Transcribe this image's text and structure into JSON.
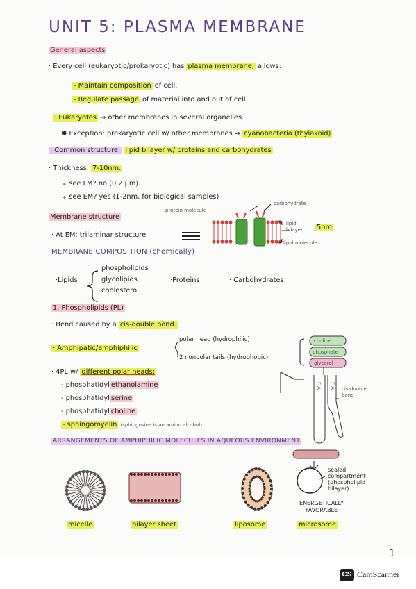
{
  "title": "UNIT 5: PLASMA MEMBRANE",
  "general": {
    "heading": "General aspects",
    "line1_a": "· Every cell (eukaryotic/prokaryotic) has",
    "line1_b": "plasma membrane,",
    "line1_c": "allows:",
    "sub1_a": "- Maintain composition",
    "sub1_b": "of cell.",
    "sub2_a": "- Regulate passage",
    "sub2_b": "of material into and out of cell.",
    "euk_a": "· Eukaryotes",
    "euk_b": "→ other membranes in several organelles",
    "exc_a": "✱ Exception: prokaryotic cell w/ other membranes ⇒",
    "exc_b": "cyanobacteria (thylakoid)",
    "common_a": "· Common structure:",
    "common_b": "lipid bilayer w/ proteins and carbohydrates",
    "thick_a": "· Thickness:",
    "thick_b": "7-10nm.",
    "lm": "↳ see LM? no (0.2 μm).",
    "em": "↳ see EM? yes (1-2nm, for biological samples)"
  },
  "structure": {
    "heading": "Membrane structure",
    "em_line": "· At EM: trilaminar structure",
    "protein_label": "protein molecule",
    "carb_label": "carbohydrate",
    "bilayer_label": "lipid bilayer",
    "thickness_label": "5nm",
    "lipid_label": "lipid molecule"
  },
  "composition": {
    "heading": "MEMBRANE COMPOSITION (chemically)",
    "lipids": "·Lipids",
    "phospho": "phospholipids",
    "glyco": "glycolipids",
    "chol": "cholesterol",
    "proteins": "·Proteins",
    "carbs": "· Carbohydrates"
  },
  "phospholipids": {
    "heading": "1. Phospholipids (PL)",
    "bend_a": "· Bend caused by a",
    "bend_b": "cis-double bond.",
    "amph": "· Amphipatic/amphiphilic",
    "polar": "polar head (hydrophilic)",
    "nonpolar": "2 nonpolar tails (hydrophobic)",
    "diff_a": "· 4PL w/",
    "diff_b": "different polar heads:",
    "pe_a": "- phosphatidyl",
    "pe_b": "ethanolamine",
    "ps_a": "- phosphatidyl",
    "ps_b": "serine",
    "pc_a": "- phosphatidyl",
    "pc_b": "choline",
    "sm_a": "- sphingomyelin",
    "sm_note": "(sphingosine is an amino alcohol)",
    "head1": "choline",
    "head2": "phosphate",
    "head3": "glycerol",
    "fa1": "F A",
    "fa2": "F A",
    "cis": "cis-double bond"
  },
  "arrangements": {
    "heading": "ARRANGEMENTS OF AMPHIPHILIC MOLECULES IN AQUEOUS ENVIRONMENT",
    "micelle": "micelle",
    "bilayer": "bilayer sheet",
    "liposome": "liposome",
    "microsome": "microsome",
    "sealed": "sealed compartment (phospholipid bilayer)",
    "energetic": "ENERGETICALLY FAVORABLE"
  },
  "page_number": "1",
  "watermark": "CamScanner",
  "watermark_logo": "CS",
  "colors": {
    "title": "#5b3f88",
    "highlight_yellow": "#e6f15a",
    "highlight_pink": "#f2b6d3",
    "protein_green": "#4aa03a",
    "bilayer_red": "#c9433f"
  }
}
